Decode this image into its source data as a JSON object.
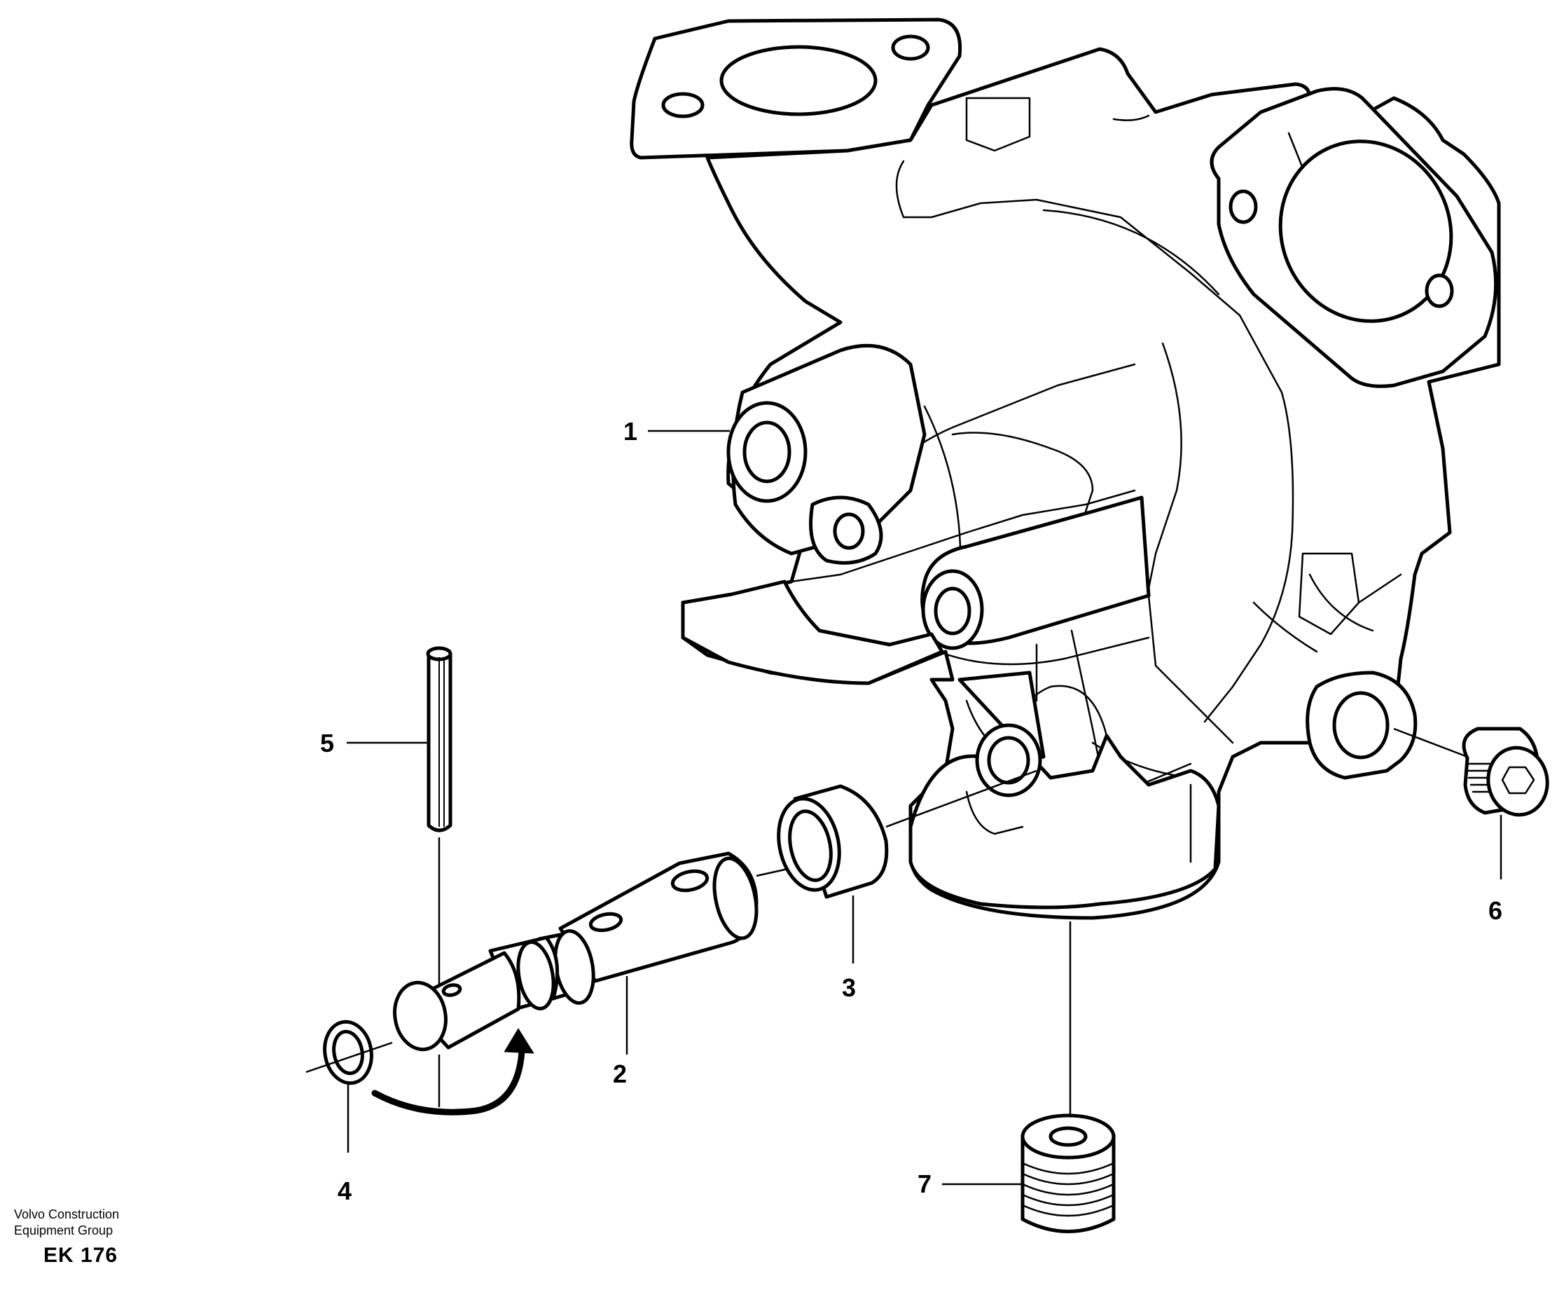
{
  "callouts": [
    {
      "id": "1",
      "label": "1"
    },
    {
      "id": "2",
      "label": "2"
    },
    {
      "id": "3",
      "label": "3"
    },
    {
      "id": "4",
      "label": "4"
    },
    {
      "id": "5",
      "label": "5"
    },
    {
      "id": "6",
      "label": "6"
    },
    {
      "id": "7",
      "label": "7"
    }
  ],
  "footer": {
    "line1": "Volvo Construction",
    "line2": "Equipment Group",
    "figure_code": "EK 176"
  }
}
